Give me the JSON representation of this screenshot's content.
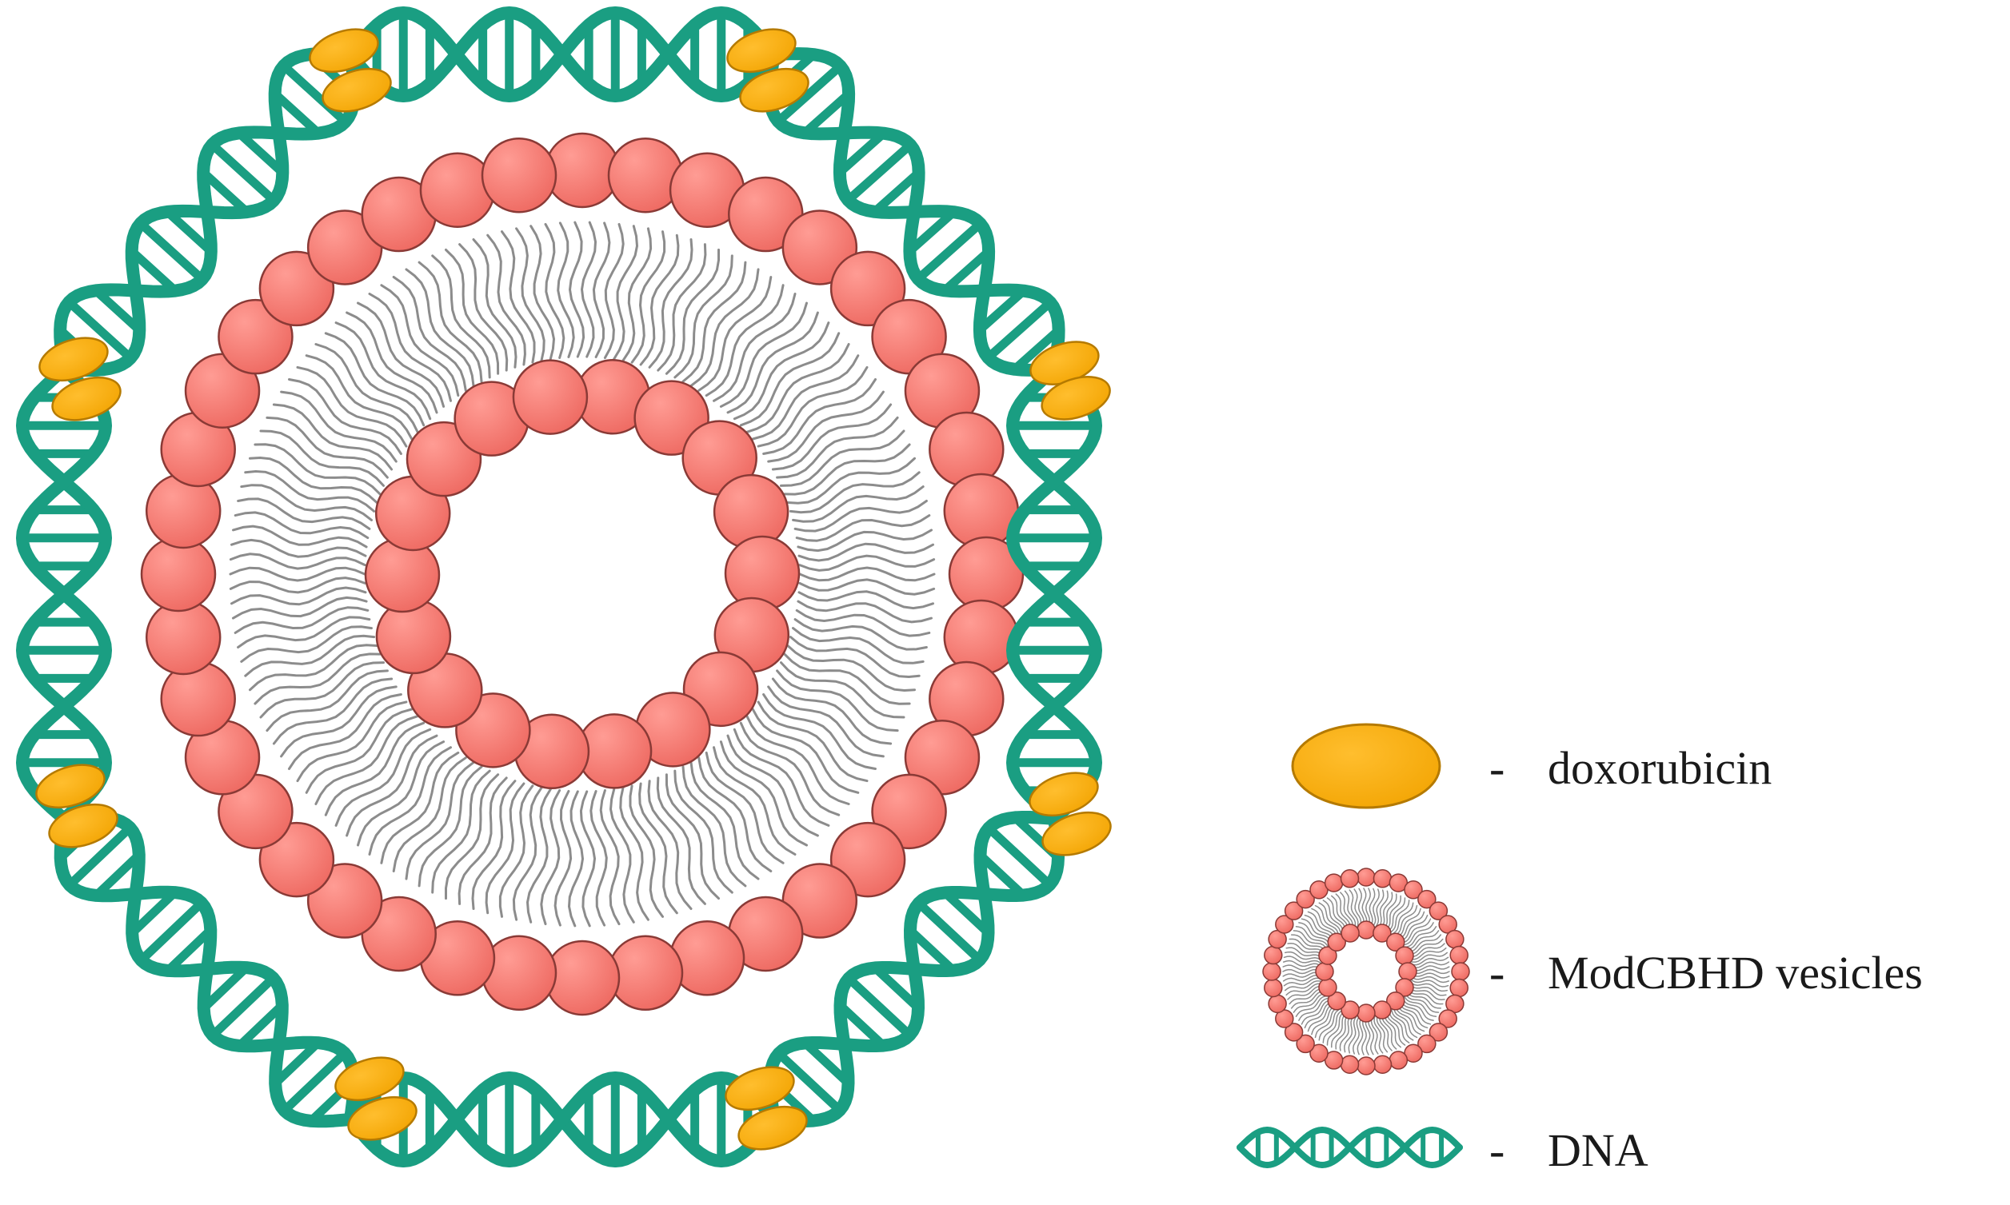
{
  "legend": {
    "items": [
      {
        "id": "doxorubicin",
        "dash": "-",
        "label": "doxorubicin"
      },
      {
        "id": "vesicles",
        "dash": "-",
        "label": "ModCBHD vesicles"
      },
      {
        "id": "dna",
        "dash": "-",
        "label": "DNA"
      }
    ]
  },
  "colors": {
    "dna": "#1a9e82",
    "dna_stroke": "#0d6b57",
    "drug": "#f5a800",
    "drug_stroke": "#b57a00",
    "head": "#f26d66",
    "head_light": "#ff9c94",
    "head_stroke": "#8a3a36",
    "tail": "#8c8c8c"
  },
  "icons": {
    "drug": "doxorubicin-ellipse-icon",
    "vesicle": "vesicle-icon",
    "dna": "dna-helix-icon"
  }
}
